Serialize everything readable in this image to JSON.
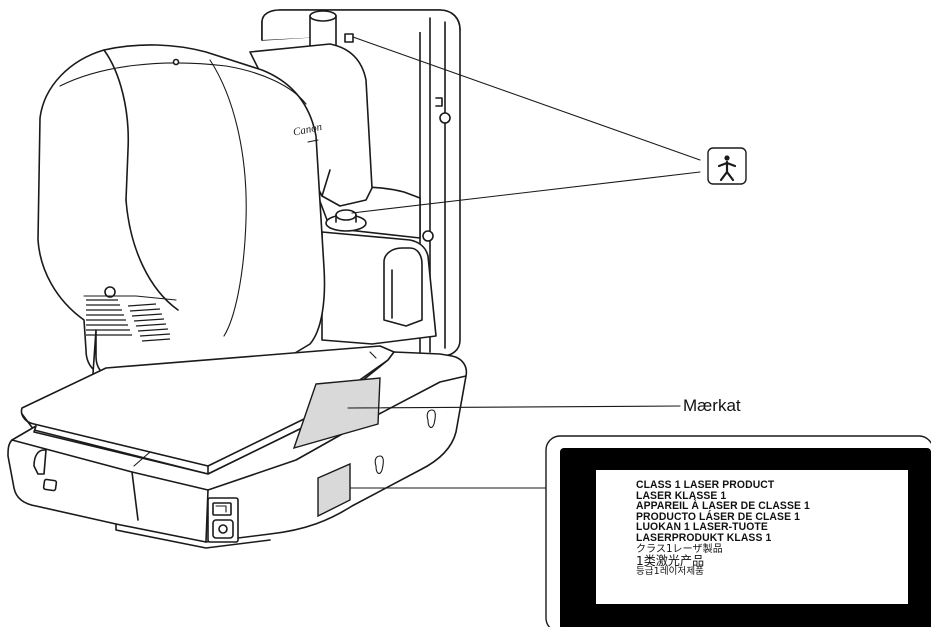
{
  "label_text": "Mærkat",
  "brand_logo": "Canon",
  "applied_part_symbol": "type-b-applied-part-icon",
  "laser_label": {
    "lines": [
      "CLASS 1 LASER PRODUCT",
      "LASER KLASSE 1",
      "APPAREIL À LASER DE CLASSE 1",
      "PRODUCTO LÁSER DE CLASE 1",
      "LUOKAN 1 LASER-TUOTE",
      "LASERPRODUKT KLASS 1",
      "クラス1レーザ製品",
      "1类激光产品",
      "등급1레이저제품"
    ]
  },
  "colors": {
    "label_area_fill": "#d9d9d9",
    "laser_label_border": "#000000",
    "line_color": "#1a1a1a"
  }
}
